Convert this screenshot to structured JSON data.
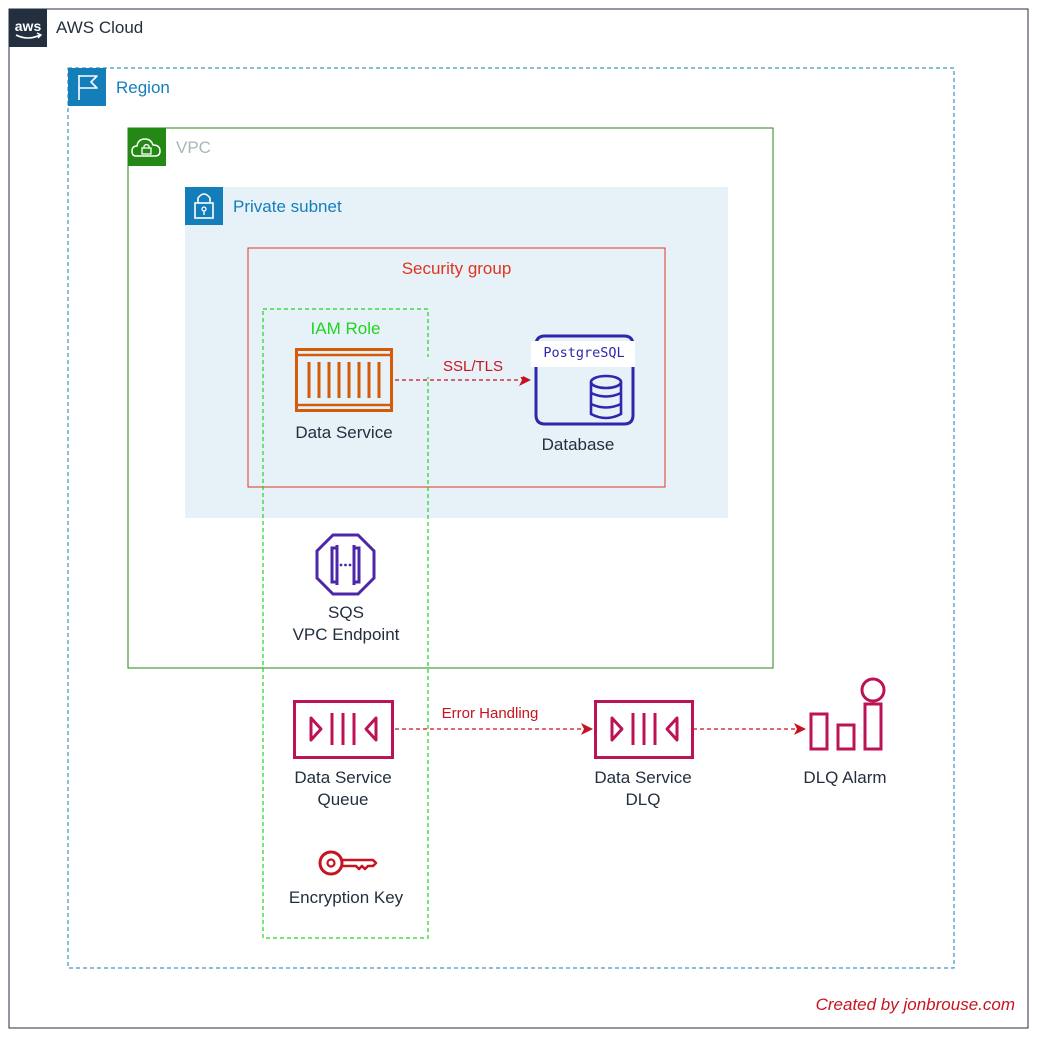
{
  "cloud": {
    "title": "AWS Cloud",
    "logo_text": "aws"
  },
  "region": {
    "title": "Region",
    "icon": "flag-icon"
  },
  "vpc": {
    "title": "VPC",
    "icon": "cloud-lock-icon"
  },
  "subnet": {
    "title": "Private subnet",
    "icon": "padlock-icon"
  },
  "security_group": {
    "title": "Security group"
  },
  "iam_role": {
    "title": "IAM Role"
  },
  "nodes": {
    "data_service": {
      "label": "Data Service",
      "icon": "container-icon"
    },
    "database": {
      "label": "Database",
      "badge": "PostgreSQL",
      "icon": "rds-postgresql-icon"
    },
    "sqs_endpoint": {
      "line1": "SQS",
      "line2": "VPC Endpoint",
      "icon": "vpc-endpoint-icon"
    },
    "queue": {
      "line1": "Data Service",
      "line2": "Queue",
      "icon": "sqs-queue-icon"
    },
    "dlq": {
      "line1": "Data Service",
      "line2": "DLQ",
      "icon": "sqs-queue-icon"
    },
    "alarm": {
      "label": "DLQ Alarm",
      "icon": "cloudwatch-alarm-icon"
    },
    "key": {
      "label": "Encryption Key",
      "icon": "key-icon"
    }
  },
  "edges": {
    "ssl": {
      "label": "SSL/TLS"
    },
    "error": {
      "label": "Error Handling"
    }
  },
  "credit": "Created by jonbrouse.com",
  "colors": {
    "cloud_border": "#232f3e",
    "region": "#147eba",
    "vpc": "#248814",
    "subnet_fill": "#e6f2f8",
    "subnet_accent": "#147eba",
    "security_group": "#dd3522",
    "iam": "#1ed51e",
    "compute": "#d45b07",
    "database": "#2e27ad",
    "networking": "#4d27aa",
    "integration": "#bc1356",
    "security_key": "#c7131f",
    "edge": "#c7131f",
    "credit": "#c7131f"
  }
}
